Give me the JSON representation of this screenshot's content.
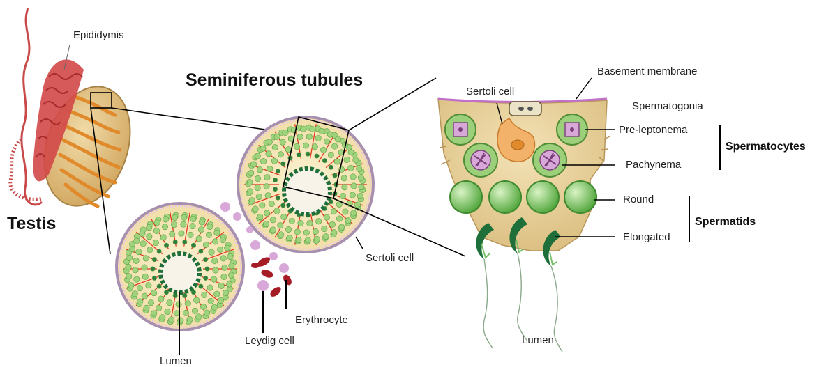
{
  "figure": {
    "title_tubules": "Seminiferous tubules",
    "title_testis": "Testis"
  },
  "labels": {
    "epididymis": "Epididymis",
    "sertoli_cell_tubule": "Sertoli cell",
    "lumen_tubule": "Lumen",
    "leydig_cell": "Leydig cell",
    "erythrocyte": "Erythrocyte",
    "sertoli_cell_detail": "Sertoli cell",
    "basement_membrane": "Basement membrane",
    "spermatogonia": "Spermatogonia",
    "pre_leptonema": "Pre-leptonema",
    "pachynema": "Pachynema",
    "round": "Round",
    "elongated": "Elongated",
    "lumen_detail": "Lumen"
  },
  "groups": {
    "spermatocytes": "Spermatocytes",
    "spermatids": "Spermatids"
  },
  "colors": {
    "epididymis_red": "#d03a3a",
    "testis_tan": "#d9b46e",
    "tubule_orange": "#e28a2b",
    "germ_green": "#8cc964",
    "sertoli_line": "#e03a1e",
    "nucleus_dark": "#1f6f3a",
    "leydig_pink": "#d8a8d8",
    "erythrocyte_red": "#a51c24",
    "epithelium_tan": "#e8cf9a",
    "basement_purple": "#c070c8"
  }
}
